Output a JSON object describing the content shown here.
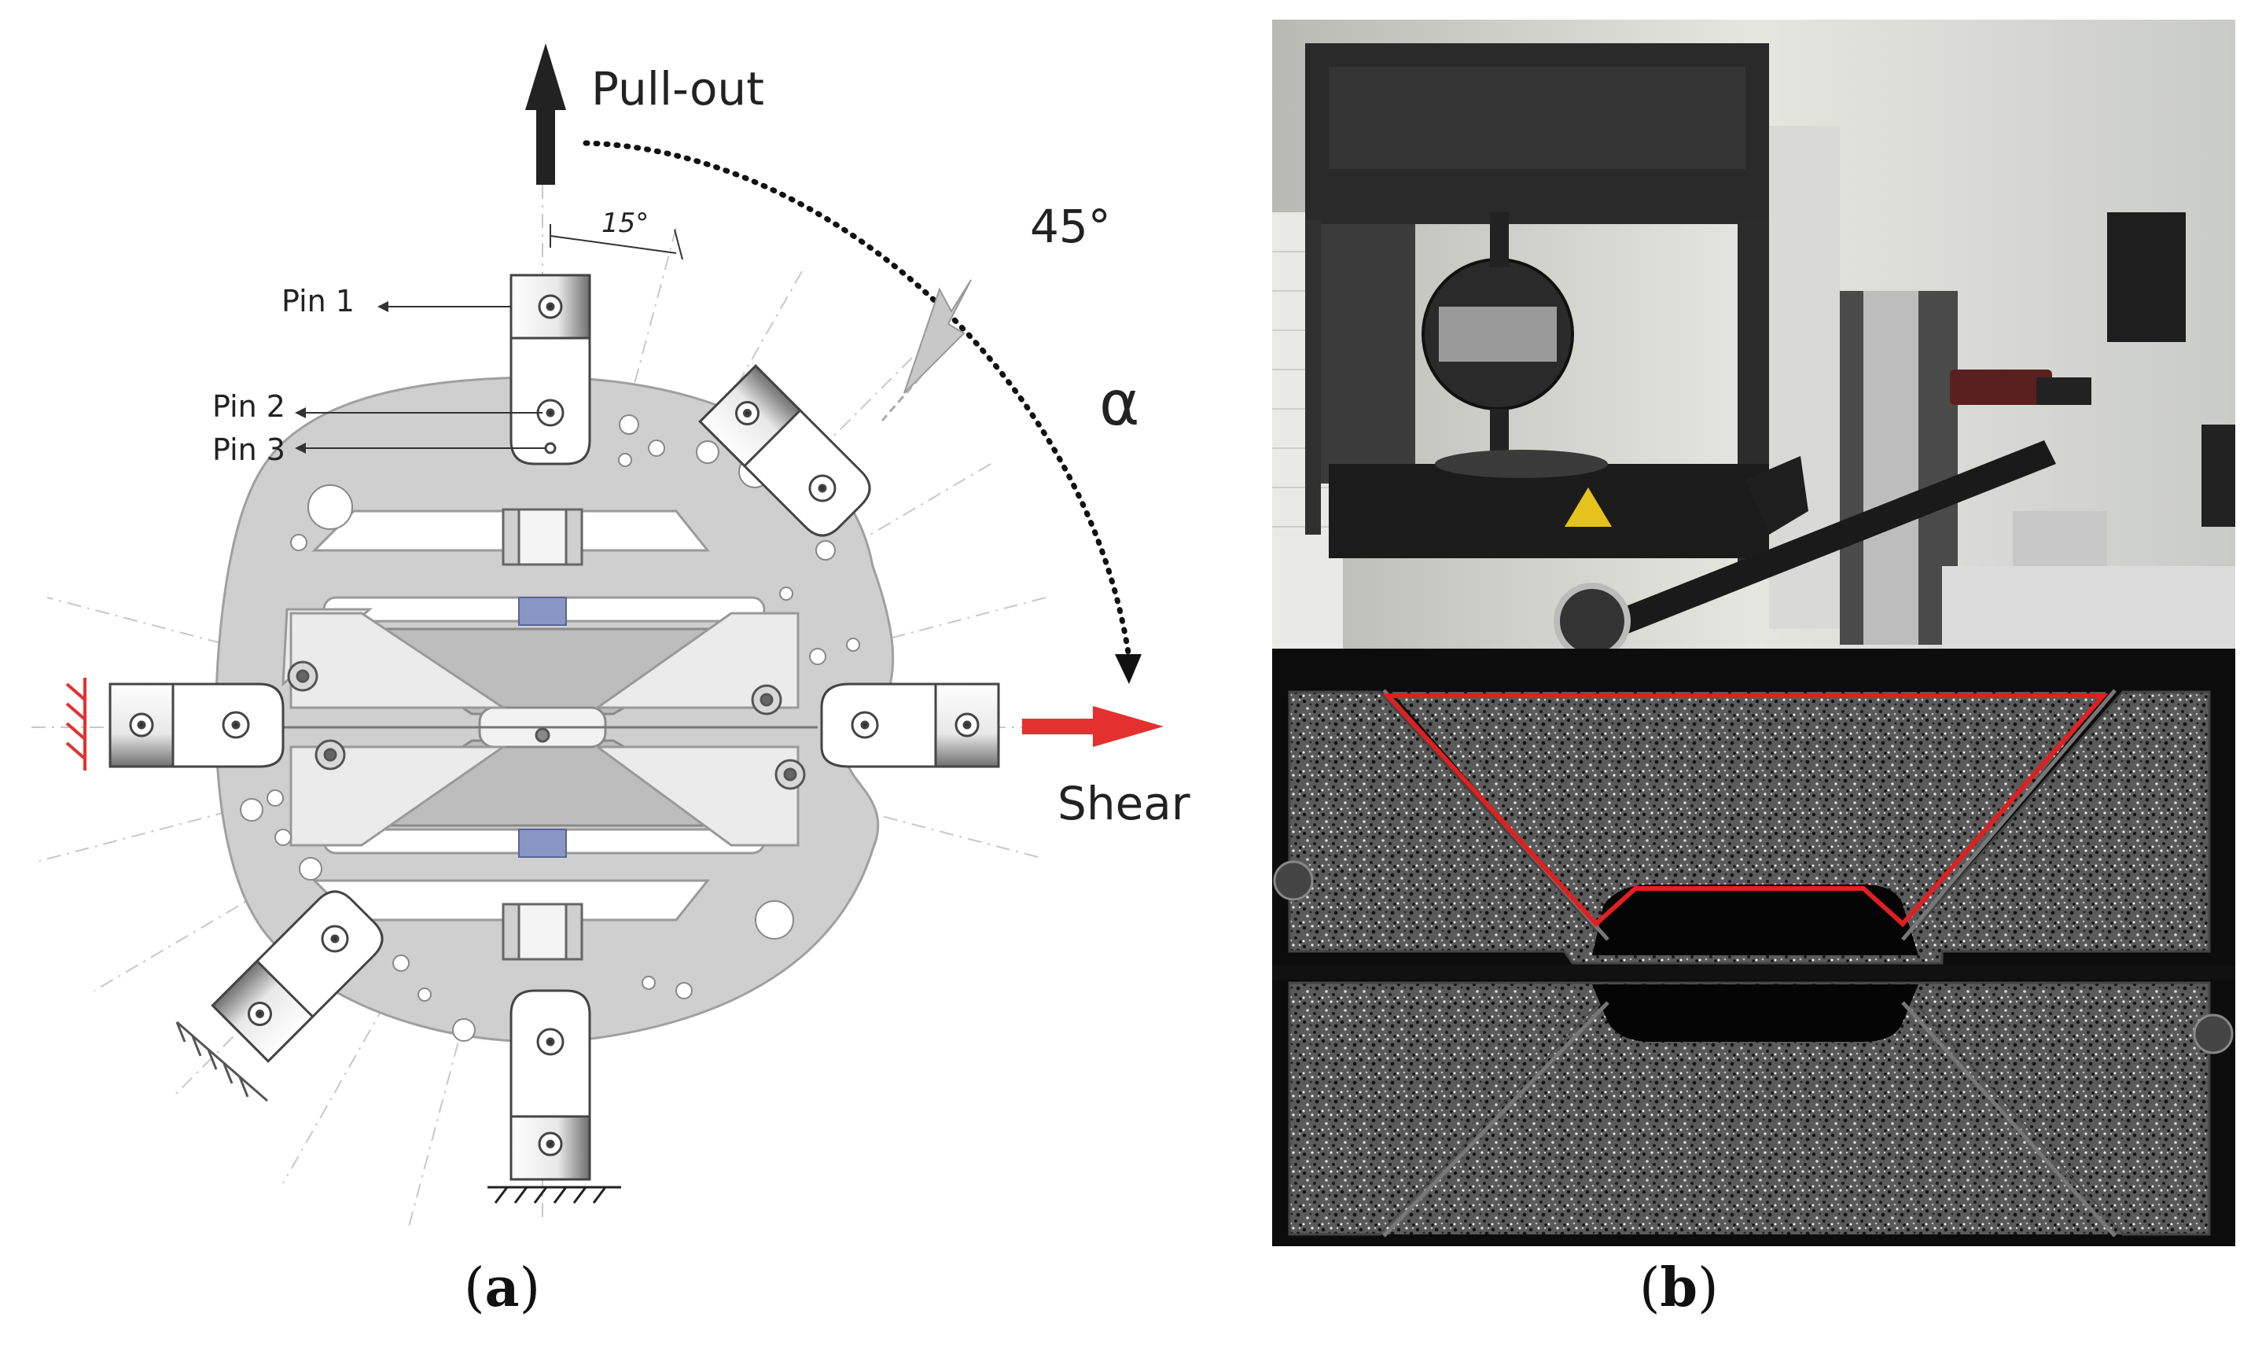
{
  "figure": {
    "panel_a": {
      "caption_open": "(",
      "caption_letter": "a",
      "caption_close": ")",
      "labels": {
        "pull_out": "Pull-out",
        "shear": "Shear",
        "angle_45": "45°",
        "alpha": "α",
        "angle_15": "15°",
        "pin1": "Pin 1",
        "pin2": "Pin 2",
        "pin3": "Pin 3"
      },
      "colors": {
        "plate": "#cfcfcf",
        "plate_stroke": "#9a9a9a",
        "spacer": "#8a96c4",
        "shear_arrow": "#e53030",
        "clamp_hatch": "#e53030",
        "arrow_45": "#c8c8c8"
      }
    },
    "panel_b": {
      "caption_open": "(",
      "caption_letter": "b",
      "caption_close": ")",
      "colors": {
        "roi_outline": "#e02020",
        "speckle_bg": "#0c0c0c"
      }
    }
  }
}
